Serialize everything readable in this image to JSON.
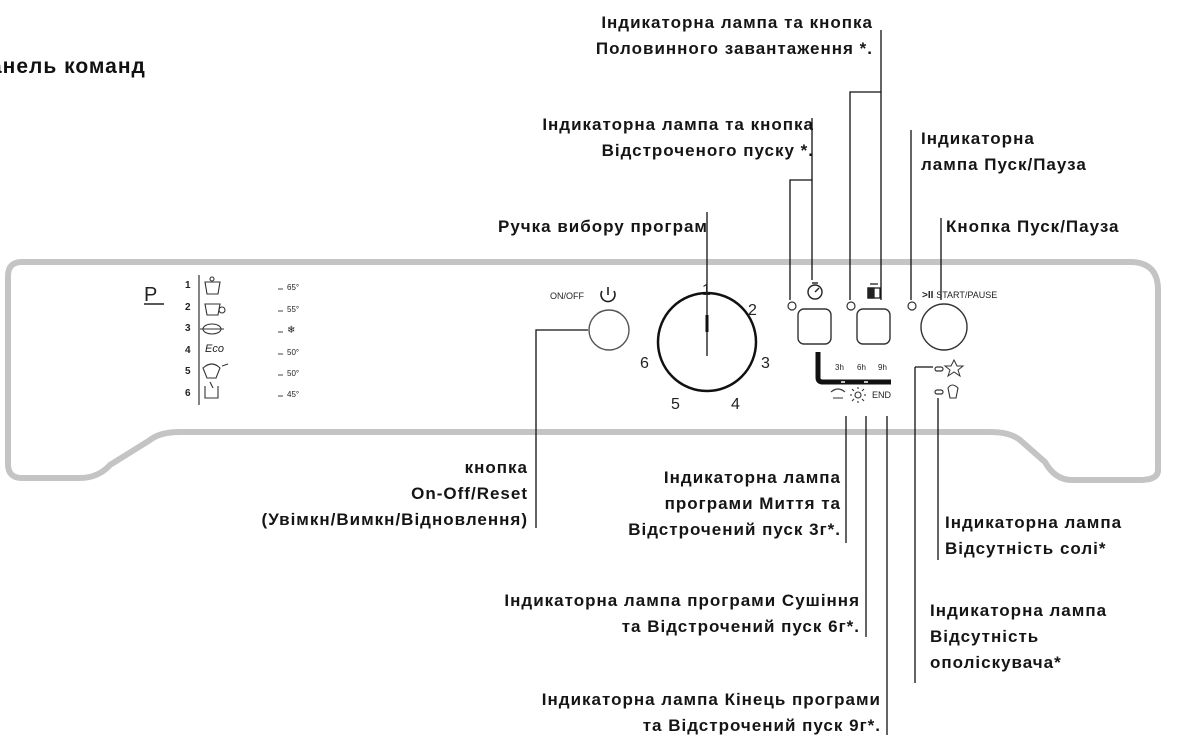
{
  "title": "анель команд",
  "labels": {
    "half_load": [
      "Індикаторна лампа та кнопка",
      "Половинного завантаження *."
    ],
    "delay_start": [
      "Індикаторна лампа та кнопка",
      "Відстроченого пуску *."
    ],
    "start_pause_lamp": [
      "Індикаторна",
      "лампа Пуск/Пауза"
    ],
    "start_pause_button": "Кнопка Пуск/Пауза",
    "program_knob": "Ручка вибору програм",
    "onoff_button": [
      "кнопка",
      "On-Off/Reset",
      "(Увімкн/Вимкн/Відновлення)"
    ],
    "wash_lamp": [
      "Індикаторна лампа",
      "програми Миття та",
      "Відстрочений пуск 3г*."
    ],
    "salt_lamp": [
      "Індикаторна лампа",
      "Відсутність солі*"
    ],
    "dry_lamp": [
      "Індикаторна лампа програми Сушіння",
      "та Відстрочений пуск 6г*."
    ],
    "rinse_lamp": [
      "Індикаторна лампа",
      "Відсутність",
      "ополіскувача*"
    ],
    "end_lamp": [
      "Індикаторна лампа Кінець програми",
      "та Відстрочений пуск 9г*."
    ]
  },
  "panel": {
    "program_letter": "P",
    "programs": [
      {
        "num": "1",
        "temp": "65°"
      },
      {
        "num": "2",
        "temp": "55°"
      },
      {
        "num": "3",
        "temp": "❄"
      },
      {
        "num": "4",
        "icon_text": "Eco",
        "temp": "50°"
      },
      {
        "num": "5",
        "temp": "50°"
      },
      {
        "num": "6",
        "temp": "45°"
      }
    ],
    "onoff_label": "ON/OFF",
    "dial_numbers": [
      "1",
      "2",
      "3",
      "4",
      "5",
      "6"
    ],
    "delay_hours": [
      "3h",
      "6h",
      "9h"
    ],
    "end_text": "END",
    "start_pause_text": "START/PAUSE"
  }
}
